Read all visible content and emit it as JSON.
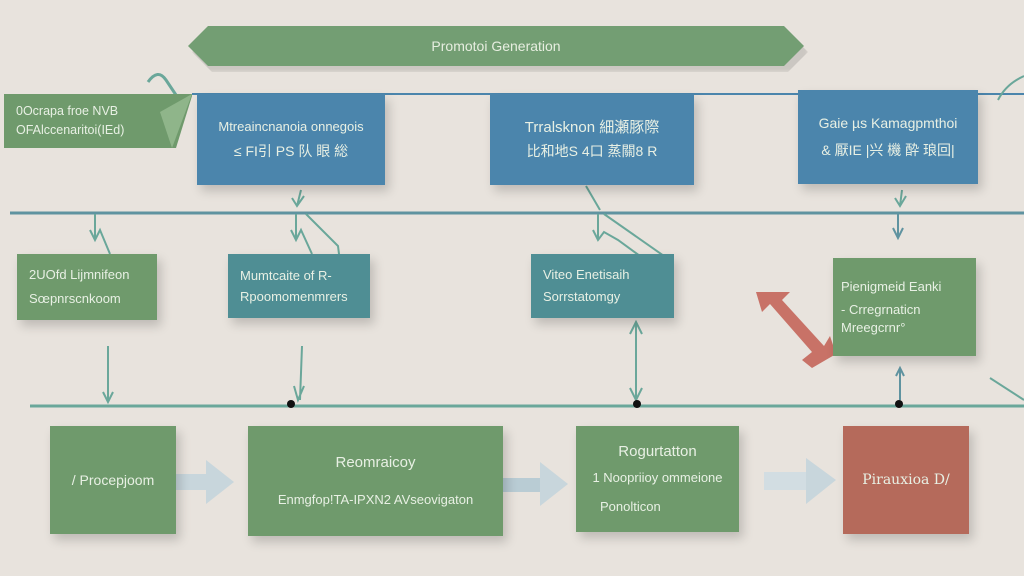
{
  "diagram": {
    "title": "Promotoi Generation",
    "colors": {
      "background": "#e8e3dd",
      "green": "#6f9a6c",
      "blue": "#4b85ac",
      "teal": "#4f8e94",
      "red": "#b56a5b",
      "connector": "#6aa79a",
      "bus_line": "#5f93a0"
    },
    "side_tag": {
      "line1": "0Ocrapa froe  NVB",
      "line2": "OFAlccenaritoi(IEd)"
    },
    "top_row": [
      {
        "line1": "Mtreaincnanoia onnegois",
        "line2": "≤ FI引 PS 队 眼 総"
      },
      {
        "line1": "Trralsknon 細瀬豚際",
        "line2": "比和地S 4口 蒸關8 R"
      },
      {
        "line1": "Gaie µs  Kamagpmthoi",
        "line2": "& 厭IE |兴 機 酔 琅回|"
      }
    ],
    "middle_row": [
      {
        "line1": "2UOfd Lijmnifeon",
        "line2": "Sœpnrscnkoom"
      },
      {
        "line1": "Mumtcaite of  R-",
        "line2": "Rpoomomenmrers"
      },
      {
        "line1": "Viteo Enetisaih",
        "line2": "Sorrstatomgy"
      },
      {
        "line1": "Pienigmeid Eanki",
        "line2": "- Crregrnaticn",
        "line3": "Mreegcrnr°"
      }
    ],
    "bottom_row": [
      {
        "line1": "/ Procepjoom"
      },
      {
        "line1": "Reomraicoy",
        "line2": "Enmgfop!TA-IPXN2  AVseovigaton"
      },
      {
        "line1": "Rogurtatton",
        "line2": "1  Noopriioy ommeione",
        "line3": "Ponolticon"
      },
      {
        "line1": "Pirauxioa D/"
      }
    ]
  }
}
